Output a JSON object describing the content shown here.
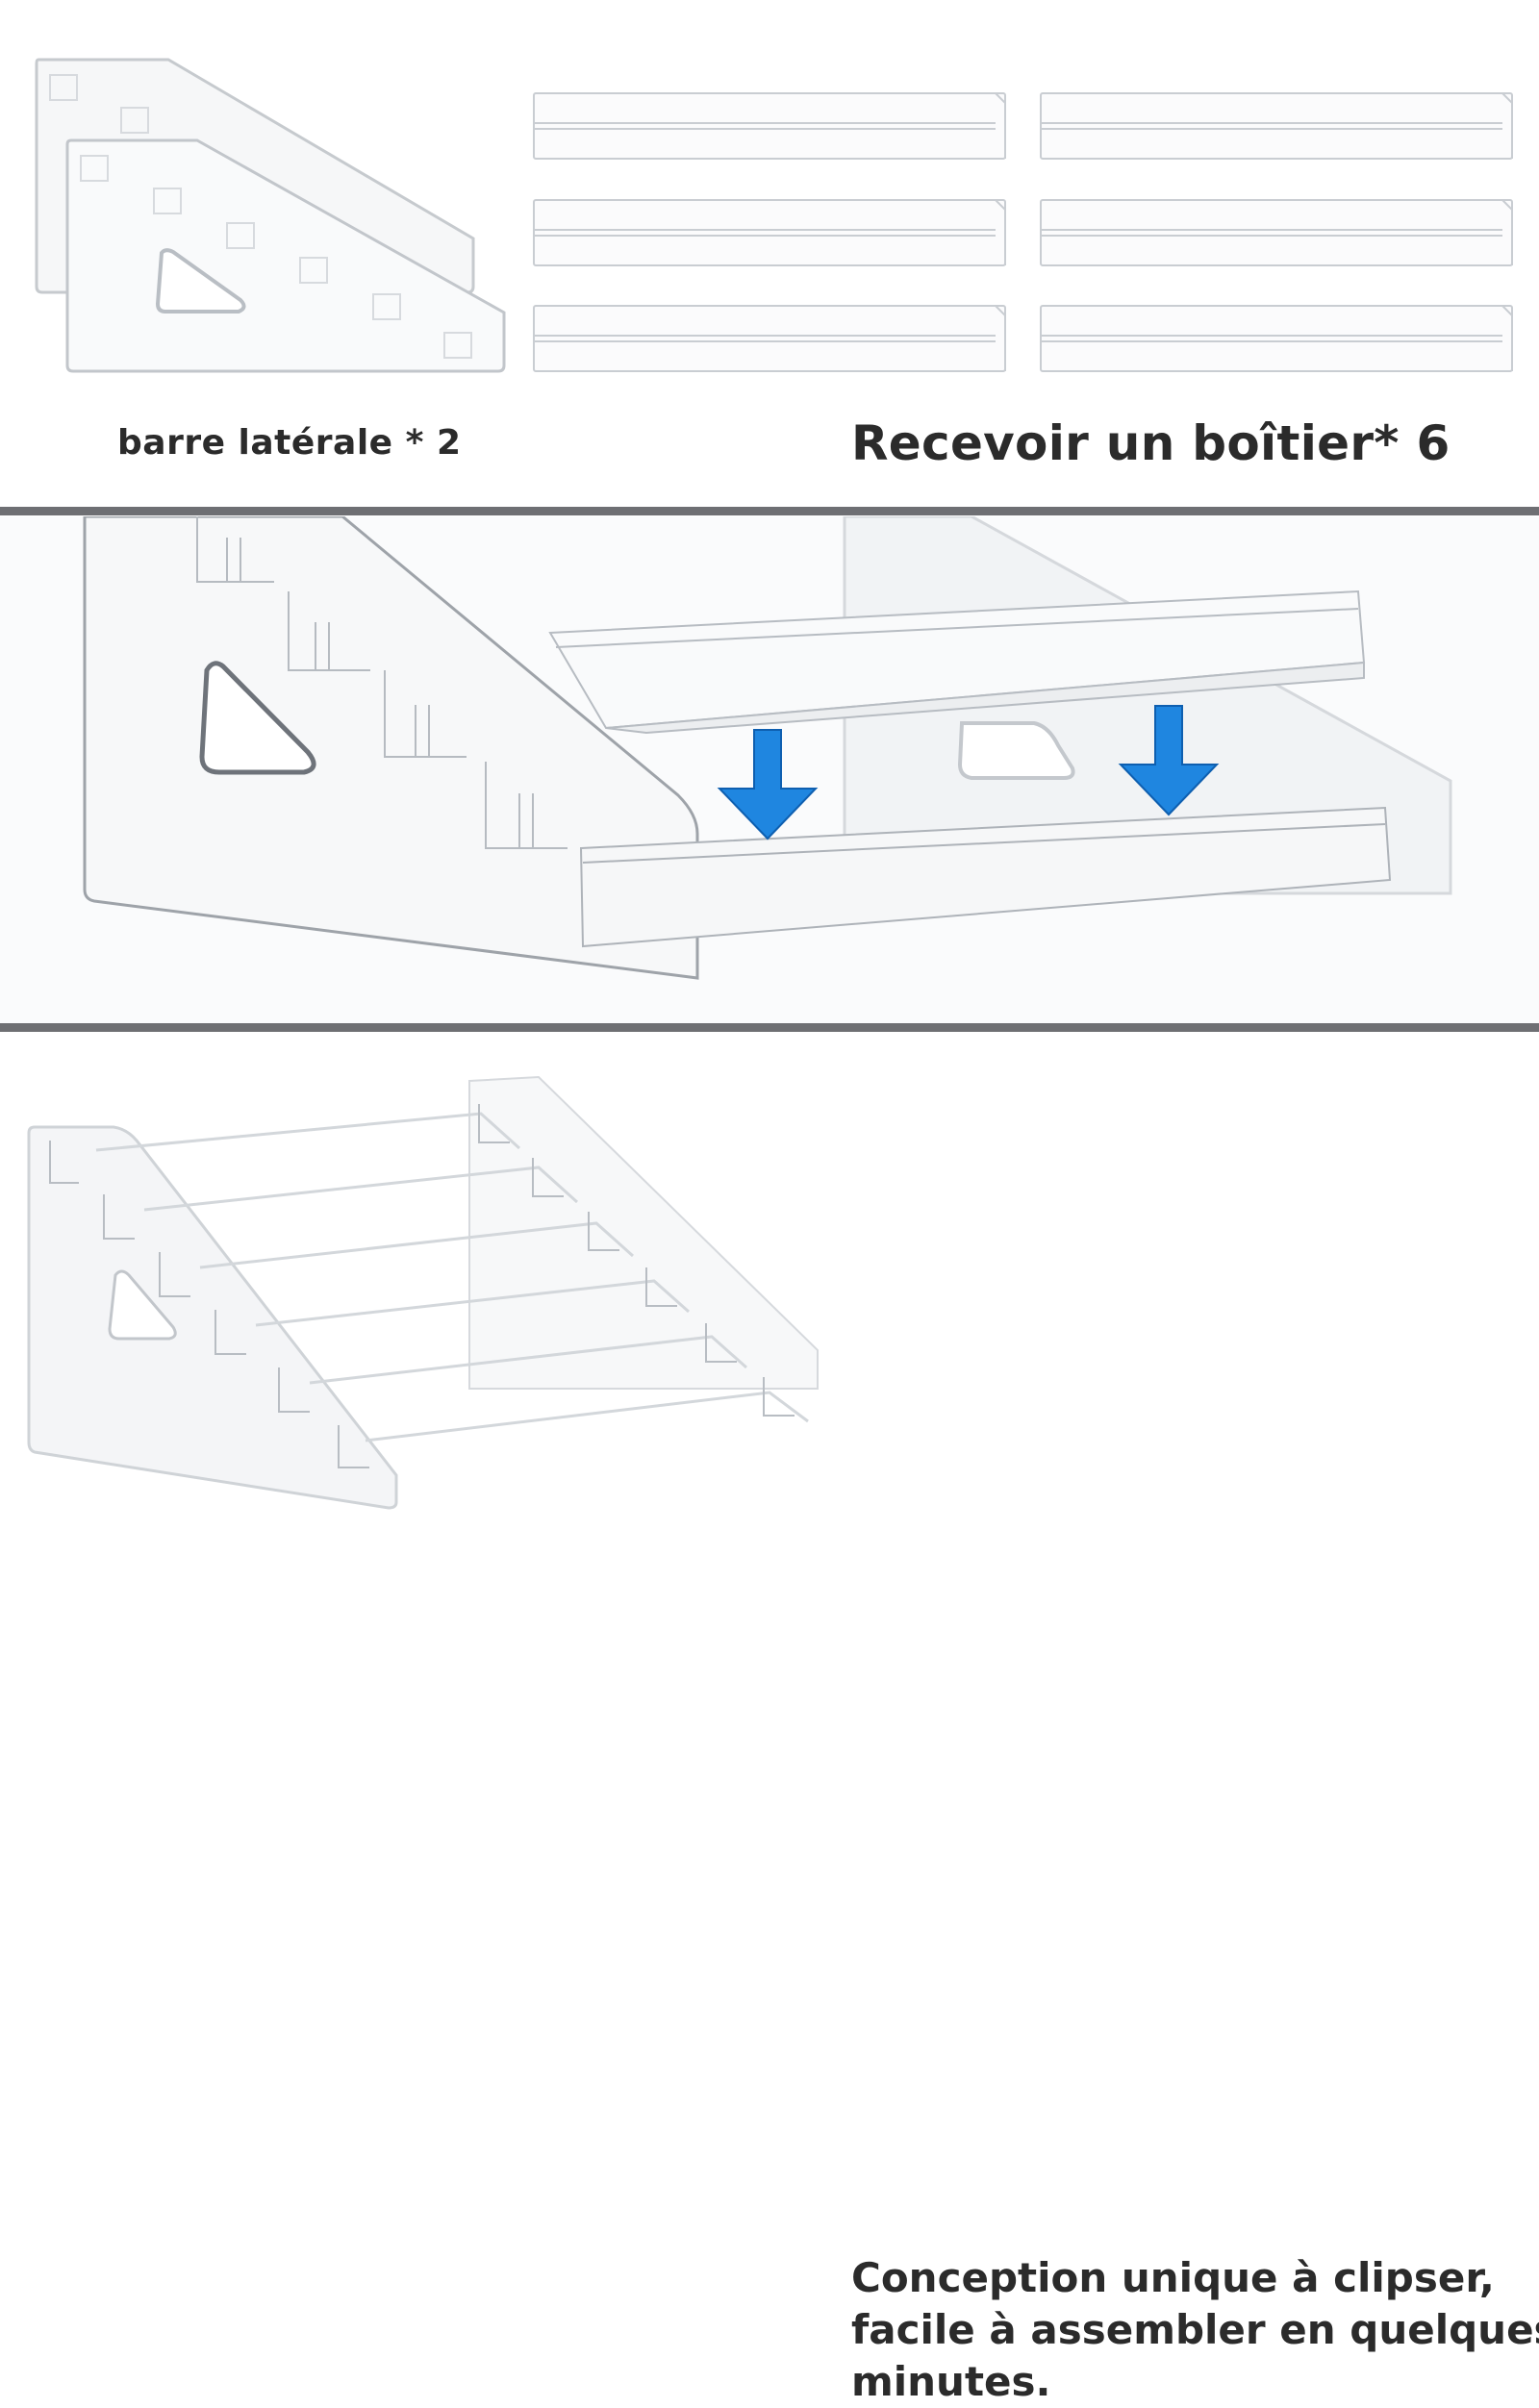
{
  "parts_panel": {
    "side_bar_caption": "barre latérale * 2",
    "box_caption": "Recevoir un boîtier* 6"
  },
  "assembly_panel": {
    "arrow_color": "#1f86e0"
  },
  "finished_panel": {
    "tagline_lines": [
      "Conception unique à clipser,",
      "facile à assembler en quelques",
      "minutes."
    ]
  },
  "colors": {
    "divider": "#6e6f73",
    "text": "#2b2b2b",
    "acrylic_edge": "#c8ccd1"
  }
}
